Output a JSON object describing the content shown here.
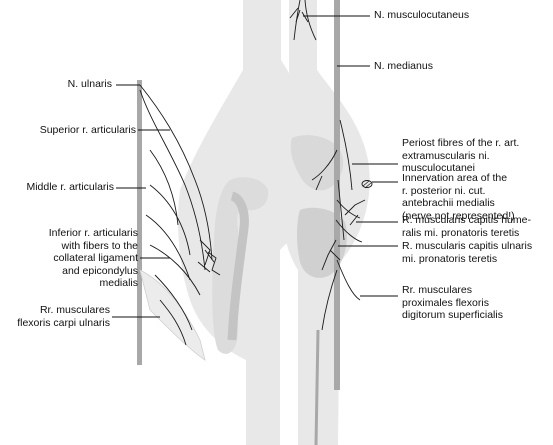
{
  "labels": {
    "n_musculocutaneus": "N. musculocutaneus",
    "n_medianus": "N. medianus",
    "n_ulnaris": "N. ulnaris",
    "superior_r_articularis": "Superior r. articularis",
    "middle_r_articularis": "Middle r. articularis",
    "inferior_r_articularis": [
      "Inferior r. articularis",
      "with fibers to the",
      "collateral ligament",
      "and epicondylus",
      "medialis"
    ],
    "rr_musculares_flexoris": [
      "Rr. musculares",
      "flexoris carpi ulnaris"
    ],
    "periost_fibres": [
      "Periost fibres of the r. art.",
      "extramuscularis ni.",
      "musculocutanei"
    ],
    "innervation_area": [
      "Innervation area of the",
      "r. posterior ni. cut.",
      "antebrachii medialis",
      "(nerve not represented!)"
    ],
    "r_muscularis_humeralis": [
      "R. muscularis capitis hume-",
      "ralis mi. pronatoris teretis"
    ],
    "r_muscularis_ulnaris": [
      "R. muscularis capitis ulnaris",
      "mi. pronatoris teretis"
    ],
    "rr_musculares_proximales": [
      "Rr. musculares",
      "proximales flexoris",
      "digitorum superficialis"
    ]
  },
  "colors": {
    "bone": "#e6e6e6",
    "joint": "#cfcfcf",
    "nerve_trunk": "#a9a9a9",
    "nerve_branch": "#1a1a1a",
    "leader": "#111111"
  }
}
